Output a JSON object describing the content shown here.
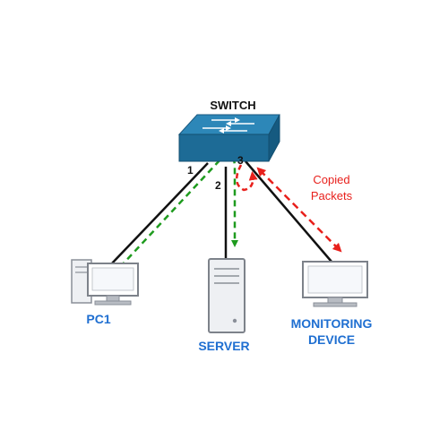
{
  "switch": {
    "title": "SWITCH",
    "ports": [
      "1",
      "2",
      "3"
    ]
  },
  "nodes": {
    "pc1": "PC1",
    "server": "SERVER",
    "monitoring_line1": "MONITORING",
    "monitoring_line2": "DEVICE"
  },
  "annotation": {
    "line1": "Copied",
    "line2": "Packets"
  },
  "colors": {
    "label_blue": "#1f6fd1",
    "switch_blue": "#1d6b96",
    "traffic_green": "#1e9b1e",
    "mirror_red": "#e8201c",
    "cable": "#111111"
  }
}
